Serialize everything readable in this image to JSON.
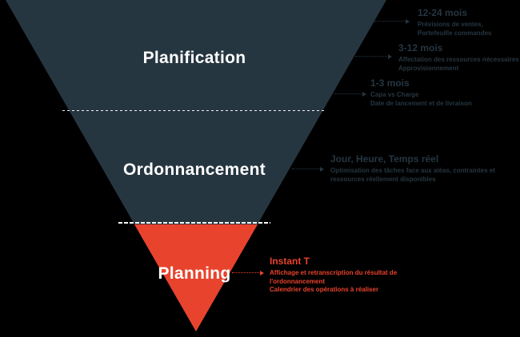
{
  "colors": {
    "background": "#000000",
    "funnel_dark": "#263641",
    "accent_red": "#e8432d",
    "label_text": "#ffffff"
  },
  "funnel": {
    "sections": [
      {
        "label": "Planification"
      },
      {
        "label": "Ordonnancement"
      },
      {
        "label": "Planning"
      }
    ]
  },
  "annotations": [
    {
      "title": "12-24 mois",
      "lines": [
        "Prévisions de ventes,",
        "Portefeuille commandes"
      ]
    },
    {
      "title": "3-12 mois",
      "lines": [
        "Affectation des ressources nécessaires",
        "Approvisionnement"
      ]
    },
    {
      "title": "1-3 mois",
      "lines": [
        "Capa vs Charge",
        "Date de lancement et de livraison"
      ]
    },
    {
      "title": "Jour, Heure, Temps réel",
      "lines": [
        "Optimisation des tâches face aux aléas, contraintes et",
        "ressources réellement disponibles"
      ]
    },
    {
      "title": "Instant T",
      "lines": [
        "Affichage et retranscription du résultat de",
        "l'ordonnancement",
        "Calendrier des opérations à réaliser"
      ]
    }
  ]
}
